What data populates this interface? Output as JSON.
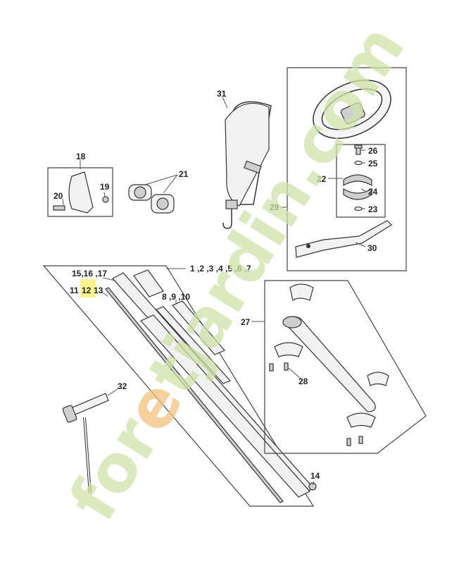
{
  "colors": {
    "watermark_green": "#cfe3a6",
    "watermark_orange": "#f3c27a",
    "highlight": "#fff38a",
    "line": "#444444"
  },
  "callouts": {
    "c1_7": "1 ,2 ,3 ,4 ,5 ,6 ,7",
    "c8_10": "8 ,9 ,10",
    "c11": "11",
    "c12": "12",
    "c13": "13",
    "c14": "14",
    "c15_17": "15,16 ,17",
    "c18": "18",
    "c19": "19",
    "c20": "20",
    "c21": "21",
    "c22": "22",
    "c23": "23",
    "c24": "24",
    "c25": "25",
    "c26": "26",
    "c27": "27",
    "c28": "28",
    "c29": "29",
    "c30": "30",
    "c31": "31",
    "c32": "32"
  },
  "watermark": {
    "part1": "for",
    "part2": "e",
    "part3": "tjardin.com"
  },
  "icons": {
    "harness": "harness-strap-icon",
    "loop_handle": "loop-handle-icon",
    "grip": "grip-handle-icon",
    "tube": "drive-tube-icon",
    "wrench": "spark-plug-wrench-icon"
  }
}
